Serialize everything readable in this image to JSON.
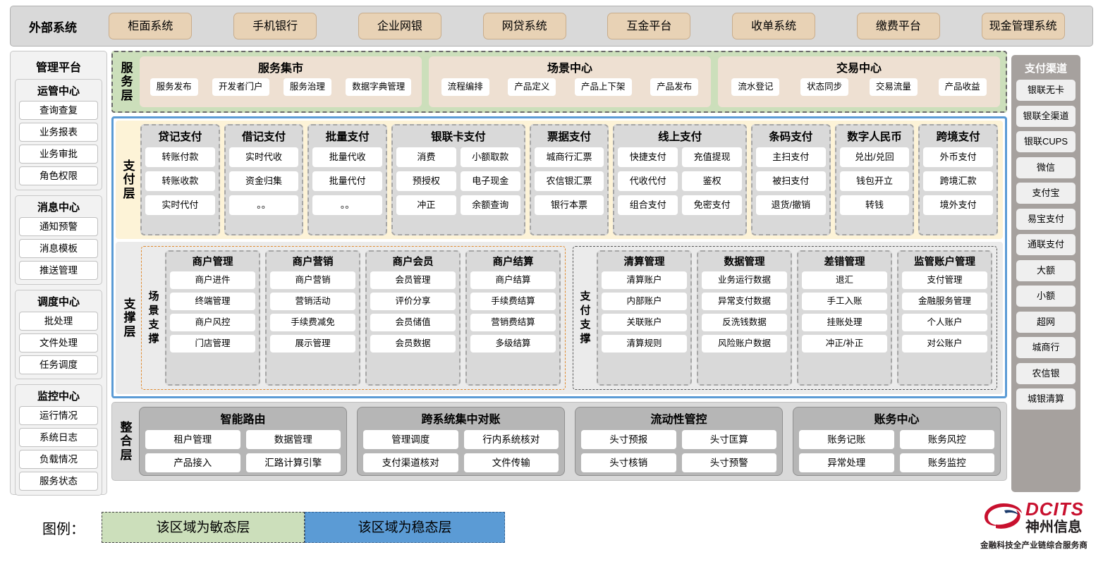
{
  "external_systems": {
    "title": "外部系统",
    "items": [
      "柜面系统",
      "手机银行",
      "企业网银",
      "网贷系统",
      "互金平台",
      "收单系统",
      "缴费平台",
      "现金管理系统"
    ]
  },
  "left_panel": {
    "title": "管理平台",
    "groups": [
      {
        "title": "运管中心",
        "items": [
          "查询查复",
          "业务报表",
          "业务审批",
          "角色权限"
        ]
      },
      {
        "title": "消息中心",
        "items": [
          "通知预警",
          "消息模板",
          "推送管理"
        ]
      },
      {
        "title": "调度中心",
        "items": [
          "批处理",
          "文件处理",
          "任务调度"
        ]
      },
      {
        "title": "监控中心",
        "items": [
          "运行情况",
          "系统日志",
          "负载情况",
          "服务状态"
        ]
      }
    ]
  },
  "right_panel": {
    "title": "支付渠道",
    "items": [
      "银联无卡",
      "银联全渠道",
      "银联CUPS",
      "微信",
      "支付宝",
      "易宝支付",
      "通联支付",
      "大额",
      "小额",
      "超网",
      "城商行",
      "农信银",
      "城银清算"
    ]
  },
  "service_layer": {
    "label": "服务层",
    "groups": [
      {
        "title": "服务集市",
        "items": [
          "服务发布",
          "开发者门户",
          "服务治理",
          "数据字典管理"
        ]
      },
      {
        "title": "场景中心",
        "items": [
          "流程编排",
          "产品定义",
          "产品上下架",
          "产品发布"
        ]
      },
      {
        "title": "交易中心",
        "items": [
          "流水登记",
          "状态同步",
          "交易流量",
          "产品收益"
        ]
      }
    ]
  },
  "payment_layer": {
    "label": "支付层",
    "columns": [
      {
        "title": "贷记支付",
        "width": 1,
        "rows": [
          [
            "转账付款"
          ],
          [
            "转账收款"
          ],
          [
            "实时代付"
          ]
        ]
      },
      {
        "title": "借记支付",
        "width": 1,
        "rows": [
          [
            "实时代收"
          ],
          [
            "资金归集"
          ],
          [
            "。。"
          ]
        ]
      },
      {
        "title": "批量支付",
        "width": 1,
        "rows": [
          [
            "批量代收"
          ],
          [
            "批量代付"
          ],
          [
            "。。"
          ]
        ]
      },
      {
        "title": "银联卡支付",
        "width": 2,
        "rows": [
          [
            "消费",
            "小额取款"
          ],
          [
            "预授权",
            "电子现金"
          ],
          [
            "冲正",
            "余额查询"
          ]
        ]
      },
      {
        "title": "票据支付",
        "width": 1,
        "rows": [
          [
            "城商行汇票"
          ],
          [
            "农信银汇票"
          ],
          [
            "银行本票"
          ]
        ]
      },
      {
        "title": "线上支付",
        "width": 2,
        "rows": [
          [
            "快捷支付",
            "充值提现"
          ],
          [
            "代收代付",
            "鉴权"
          ],
          [
            "组合支付",
            "免密支付"
          ]
        ]
      },
      {
        "title": "条码支付",
        "width": 1,
        "rows": [
          [
            "主扫支付"
          ],
          [
            "被扫支付"
          ],
          [
            "退货/撤销"
          ]
        ]
      },
      {
        "title": "数字人民币",
        "width": 1,
        "rows": [
          [
            "兑出/兑回"
          ],
          [
            "钱包开立"
          ],
          [
            "转钱"
          ]
        ]
      },
      {
        "title": "跨境支付",
        "width": 1,
        "rows": [
          [
            "外币支付"
          ],
          [
            "跨境汇款"
          ],
          [
            "境外支付"
          ]
        ]
      }
    ]
  },
  "support_layer": {
    "label": "支撑层",
    "halves": [
      {
        "label": "场景支撑",
        "columns": [
          {
            "title": "商户管理",
            "items": [
              "商户进件",
              "终端管理",
              "商户风控",
              "门店管理"
            ]
          },
          {
            "title": "商户营销",
            "items": [
              "商户营销",
              "营销活动",
              "手续费减免",
              "展示管理"
            ]
          },
          {
            "title": "商户会员",
            "items": [
              "会员管理",
              "评价分享",
              "会员储值",
              "会员数据"
            ]
          },
          {
            "title": "商户结算",
            "items": [
              "商户结算",
              "手续费结算",
              "营销费结算",
              "多级结算"
            ]
          }
        ]
      },
      {
        "label": "支付支撑",
        "columns": [
          {
            "title": "清算管理",
            "items": [
              "清算账户",
              "内部账户",
              "关联账户",
              "清算规则"
            ]
          },
          {
            "title": "数据管理",
            "items": [
              "业务运行数据",
              "异常支付数据",
              "反洗钱数据",
              "风险账户数据"
            ]
          },
          {
            "title": "差错管理",
            "items": [
              "退汇",
              "手工入账",
              "挂账处理",
              "冲正/补正"
            ]
          },
          {
            "title": "监管账户管理",
            "items": [
              "支付管理",
              "金融服务管理",
              "个人账户",
              "对公账户"
            ]
          }
        ]
      }
    ]
  },
  "integration_layer": {
    "label": "整合层",
    "groups": [
      {
        "title": "智能路由",
        "rows": [
          [
            "租户管理",
            "数据管理"
          ],
          [
            "产品接入",
            "汇路计算引擎"
          ]
        ]
      },
      {
        "title": "跨系统集中对账",
        "rows": [
          [
            "管理调度",
            "行内系统核对"
          ],
          [
            "支付渠道核对",
            "文件传输"
          ]
        ]
      },
      {
        "title": "流动性管控",
        "rows": [
          [
            "头寸预报",
            "头寸匡算"
          ],
          [
            "头寸核销",
            "头寸预警"
          ]
        ]
      },
      {
        "title": "账务中心",
        "rows": [
          [
            "账务记账",
            "账务风控"
          ],
          [
            "异常处理",
            "账务监控"
          ]
        ]
      }
    ]
  },
  "legend": {
    "label": "图例：",
    "agile": "该区域为敏态层",
    "stable": "该区域为稳态层",
    "agile_color": "#ccdfbb",
    "stable_color": "#5b9bd5"
  },
  "logo": {
    "brand": "DCITS",
    "brand_cn": "神州信息",
    "slogan": "金融科技全产业链综合服务商",
    "brand_color": "#c8102e"
  }
}
